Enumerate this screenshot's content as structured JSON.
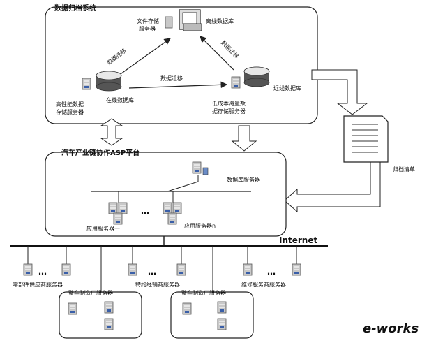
{
  "archive": {
    "title": "数据归档系统",
    "file_server_line1": "文件存储",
    "file_server_line2": "服务器",
    "offline_db": "离线数据库",
    "migrate_left": "数据迁移",
    "migrate_right": "数据迁移",
    "migrate_middle": "数据迁移",
    "hp_server_line1": "高性能数据",
    "hp_server_line2": "存储服务器",
    "online_db": "在线数据库",
    "nearline_db": "近线数据库",
    "lowcost_line1": "低成本海量数",
    "lowcost_line2": "据存储服务器"
  },
  "archive_list": {
    "label": "归档清单"
  },
  "asp": {
    "title": "汽车产业链协作ASP平台",
    "db_server": "数据库服务器",
    "app_server_1": "应用服务器一",
    "app_server_n": "应用服务器n",
    "ellipsis": "…"
  },
  "internet": {
    "label": "Internet",
    "supplier": "零部件供应商服务器",
    "oem_1": "整车制造厂服务器",
    "dealer": "特约经销商服务器",
    "oem_2": "整车制造厂服务器",
    "repair": "维修服务商服务器",
    "ellipsis": "…"
  },
  "logo": {
    "text": "e-works"
  }
}
